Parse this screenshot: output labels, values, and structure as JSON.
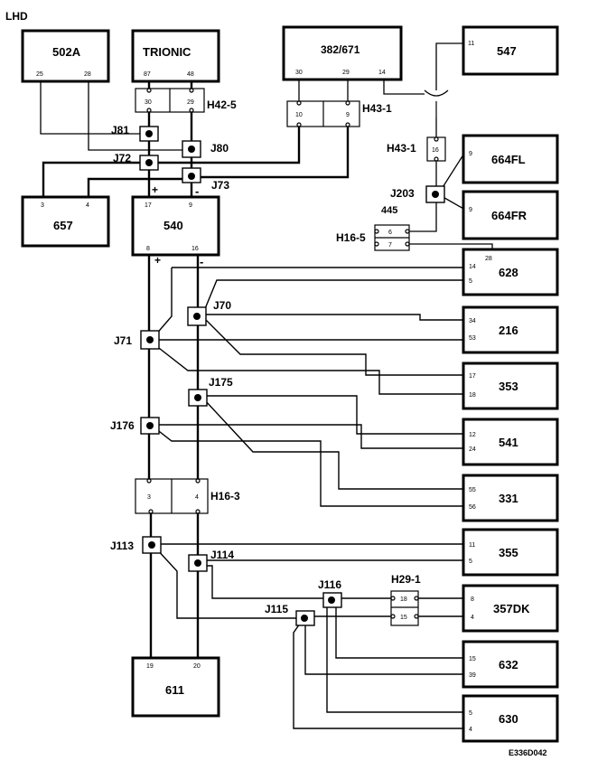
{
  "corner": {
    "top_left": "LHD",
    "bottom_right": "E336D042"
  },
  "components": {
    "c502a": {
      "name": "502A",
      "pins": [
        "25",
        "28"
      ]
    },
    "trionic": {
      "name": "TRIONIC",
      "pins": [
        "87",
        "48"
      ]
    },
    "c382": {
      "name": "382/671",
      "pins": [
        "30",
        "29",
        "14"
      ]
    },
    "c547": {
      "name": "547",
      "pins": [
        "11"
      ]
    },
    "c664fl": {
      "name": "664FL",
      "pins": [
        "9"
      ]
    },
    "c664fr": {
      "name": "664FR",
      "pins": [
        "9"
      ]
    },
    "c657": {
      "name": "657",
      "pins": [
        "3",
        "4"
      ]
    },
    "c540": {
      "name": "540",
      "pins": [
        "17",
        "9",
        "8",
        "16"
      ]
    },
    "c628": {
      "name": "628",
      "pins": [
        "14",
        "5",
        "28"
      ]
    },
    "c216": {
      "name": "216",
      "pins": [
        "34",
        "53"
      ]
    },
    "c353": {
      "name": "353",
      "pins": [
        "17",
        "18"
      ]
    },
    "c541": {
      "name": "541",
      "pins": [
        "12",
        "24"
      ]
    },
    "c331": {
      "name": "331",
      "pins": [
        "55",
        "56"
      ]
    },
    "c355": {
      "name": "355",
      "pins": [
        "11",
        "5"
      ]
    },
    "c357dk": {
      "name": "357DK",
      "pins": [
        "8",
        "4"
      ]
    },
    "c611": {
      "name": "611",
      "pins": [
        "19",
        "20"
      ]
    },
    "c632": {
      "name": "632",
      "pins": [
        "15",
        "39"
      ]
    },
    "c630": {
      "name": "630",
      "pins": [
        "5",
        "4"
      ]
    }
  },
  "connectors": {
    "h42_5": {
      "name": "H42-5",
      "pins": [
        "30",
        "29"
      ]
    },
    "h43_1a": {
      "name": "H43-1",
      "pins": [
        "10",
        "9"
      ]
    },
    "h43_1b": {
      "name": "H43-1",
      "pins": [
        "16"
      ]
    },
    "h16_5": {
      "name": "H16-5",
      "pins": [
        "6",
        "7"
      ]
    },
    "h16_3": {
      "name": "H16-3",
      "pins": [
        "3",
        "4"
      ]
    },
    "h29_1": {
      "name": "H29-1",
      "pins": [
        "18",
        "15"
      ]
    }
  },
  "junctions": {
    "j81": "J81",
    "j80": "J80",
    "j72": "J72",
    "j73": "J73",
    "j203": "J203",
    "j70": "J70",
    "j71": "J71",
    "j175": "J175",
    "j176": "J176",
    "j113": "J113",
    "j114": "J114",
    "j116": "J116",
    "j115": "J115"
  },
  "labels": {
    "num445": "445",
    "plus1": "+",
    "minus1": "-",
    "plus2": "+",
    "minus2": "-"
  }
}
